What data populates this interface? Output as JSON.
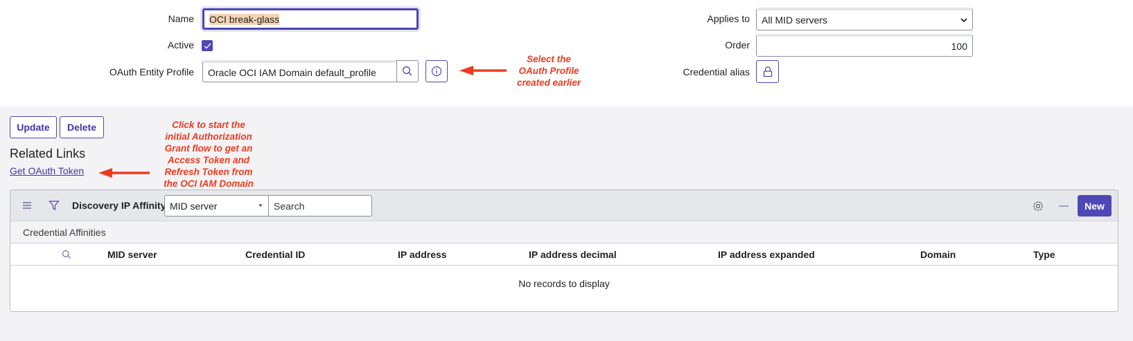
{
  "form": {
    "name_label": "Name",
    "name_value": "OCI break-glass",
    "active_label": "Active",
    "active_checked": true,
    "oauth_label": "OAuth Entity Profile",
    "oauth_value": "Oracle OCI IAM Domain default_profile",
    "applies_label": "Applies to",
    "applies_value": "All MID servers",
    "order_label": "Order",
    "order_value": "100",
    "alias_label": "Credential alias"
  },
  "annotations": {
    "oauth_note": [
      "Select the",
      "OAuth Profile",
      "created earlier"
    ],
    "token_note": [
      "Click to start the",
      "initial Authorization",
      "Grant flow to get an",
      "Access Token and",
      "Refresh Token from",
      "the OCI IAM Domain"
    ],
    "color": "#ee3b1f"
  },
  "actions": {
    "update_label": "Update",
    "delete_label": "Delete"
  },
  "related": {
    "title": "Related Links",
    "link": "Get OAuth Token"
  },
  "list": {
    "title": "Discovery IP Affinity",
    "filter_field": "MID server",
    "search_placeholder": "Search",
    "new_label": "New",
    "subtitle": "Credential Affinities",
    "columns": [
      "MID server",
      "Credential ID",
      "IP address",
      "IP address decimal",
      "IP address expanded",
      "Domain",
      "Type"
    ],
    "empty_text": "No records to display"
  },
  "colors": {
    "accent": "#4f47b6",
    "background": "#f3f3f6"
  }
}
